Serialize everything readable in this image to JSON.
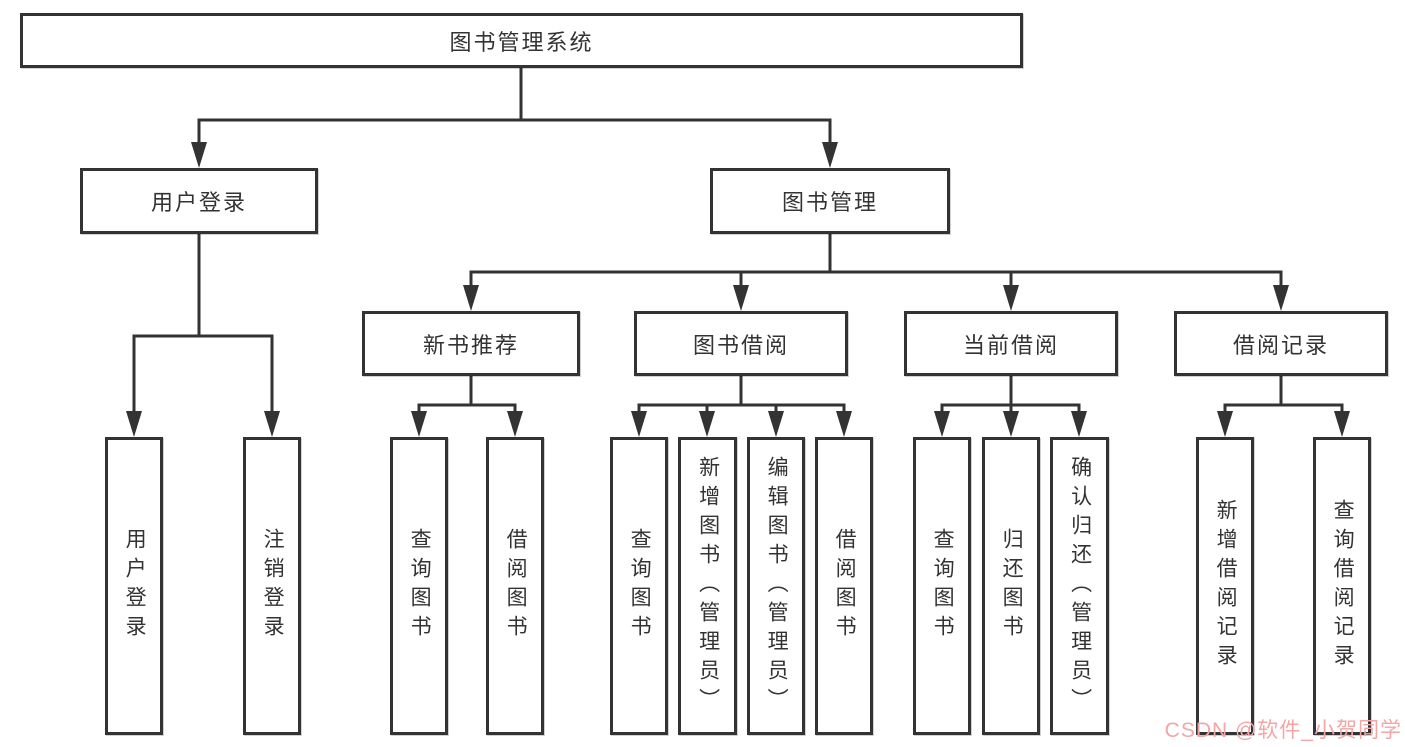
{
  "diagram_title": "图书管理系统",
  "tree": {
    "root": {
      "label": "图书管理系统",
      "children": [
        {
          "label": "用户登录",
          "children": [
            {
              "label": "用户登录"
            },
            {
              "label": "注销登录"
            }
          ]
        },
        {
          "label": "图书管理",
          "children": [
            {
              "label": "新书推荐",
              "children": [
                {
                  "label": "查询图书"
                },
                {
                  "label": "借阅图书"
                }
              ]
            },
            {
              "label": "图书借阅",
              "children": [
                {
                  "label": "查询图书"
                },
                {
                  "label": "新增图书（管理员）"
                },
                {
                  "label": "编辑图书（管理员）"
                },
                {
                  "label": "借阅图书"
                }
              ]
            },
            {
              "label": "当前借阅",
              "children": [
                {
                  "label": "查询图书"
                },
                {
                  "label": "归还图书"
                },
                {
                  "label": "确认归还（管理员）"
                }
              ]
            },
            {
              "label": "借阅记录",
              "children": [
                {
                  "label": "新增借阅记录"
                },
                {
                  "label": "查询借阅记录"
                }
              ]
            }
          ]
        }
      ]
    }
  },
  "watermark": {
    "text": "CSDN @软件_小贺同学"
  },
  "colors": {
    "line": "#333333",
    "watermark": "#f2a6a6",
    "background": "#ffffff"
  }
}
